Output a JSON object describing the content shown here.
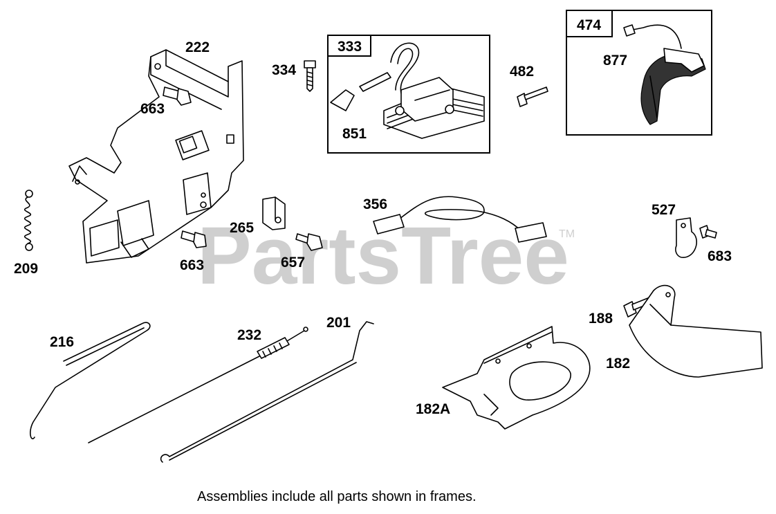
{
  "watermark": {
    "text": "PartsTree",
    "trademark": "TM"
  },
  "frames": [
    {
      "number": "333"
    },
    {
      "number": "474"
    }
  ],
  "part_labels": [
    "222",
    "663",
    "334",
    "851",
    "482",
    "877",
    "209",
    "265",
    "663",
    "657",
    "356",
    "527",
    "683",
    "216",
    "232",
    "201",
    "188",
    "182",
    "182A"
  ],
  "footer_note": "Assemblies include all parts shown in frames."
}
